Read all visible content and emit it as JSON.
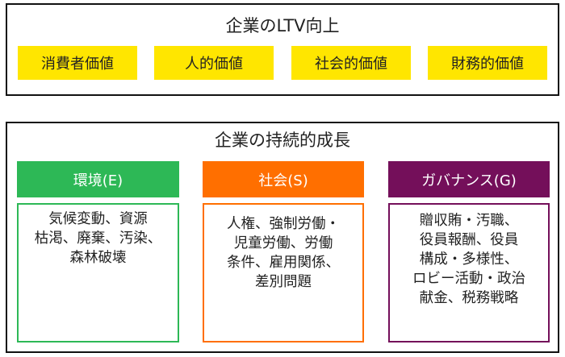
{
  "top": {
    "title": "企業のLTV向上",
    "values": [
      "消費者価値",
      "人的価値",
      "社会的価値",
      "財務的価値"
    ]
  },
  "bottom": {
    "title": "企業の持続的成長",
    "columns": [
      {
        "header": "環境(E)",
        "color": "#2db856",
        "lines": [
          "気候変動、資源",
          "枯渇、廃棄、汚染、",
          "森林破壊"
        ]
      },
      {
        "header": "社会(S)",
        "color": "#ff6f00",
        "lines": [
          "人権、強制労働・",
          "児童労働、労働",
          "条件、雇用関係、",
          "差別問題"
        ]
      },
      {
        "header": "ガバナンス(G)",
        "color": "#740f5a",
        "lines": [
          "贈収賄・汚職、",
          "役員報酬、役員",
          "構成・多様性、",
          "ロビー活動・政治",
          "献金、税務戦略"
        ]
      }
    ]
  }
}
